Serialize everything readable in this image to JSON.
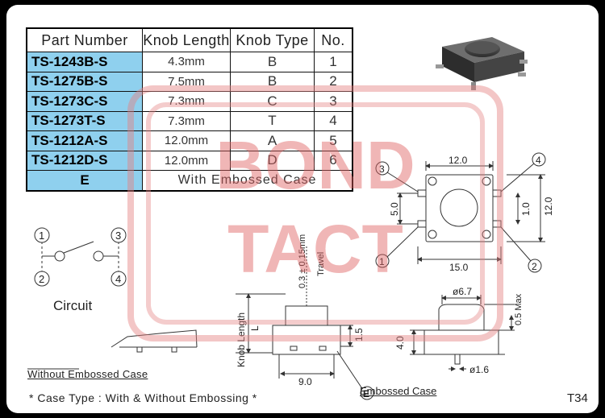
{
  "table": {
    "headers": [
      "Part Number",
      "Knob Length",
      "Knob Type",
      "No."
    ],
    "rows": [
      {
        "part": "TS-1243B-S",
        "length": "4.3mm",
        "type": "B",
        "no": "1"
      },
      {
        "part": "TS-1275B-S",
        "length": "7.5mm",
        "type": "B",
        "no": "2"
      },
      {
        "part": "TS-1273C-S",
        "length": "7.3mm",
        "type": "C",
        "no": "3"
      },
      {
        "part": "TS-1273T-S",
        "length": "7.3mm",
        "type": "T",
        "no": "4"
      },
      {
        "part": "TS-1212A-S",
        "length": "12.0mm",
        "type": "A",
        "no": "5"
      },
      {
        "part": "TS-1212D-S",
        "length": "12.0mm",
        "type": "D",
        "no": "6"
      }
    ],
    "embossed_row": {
      "code": "E",
      "text": "With Embossed Case"
    }
  },
  "circuit": {
    "label": "Circuit",
    "pins": [
      "1",
      "2",
      "3",
      "4"
    ]
  },
  "top_view": {
    "dim_width": "12.0",
    "dim_length": "15.0",
    "dim_side": "12.0",
    "dim_pin_span": "5.0",
    "dim_pin_pitch": "1.0",
    "pins": [
      "1",
      "2",
      "3",
      "4"
    ]
  },
  "side_view": {
    "travel": "0.3 ± 0.15mm",
    "travel_label": "Travel",
    "knob_length_label": "Knob Length",
    "knob_l": "L",
    "dim_height": "1.5",
    "dim_base": "9.0"
  },
  "front_view": {
    "dim_knob_dia": "ø6.7",
    "dim_max": "0.5 Max",
    "dim_height": "4.0",
    "dim_pin_dia": "ø1.6"
  },
  "labels": {
    "without_embossed": "Without Embossed Case",
    "with_embossed_code": "E",
    "with_embossed": "Embossed Case",
    "footnote": "* Case Type : With & Without Embossing *",
    "page_code": "T34"
  },
  "watermark": {
    "line1": "BOND",
    "line2": "TACT"
  },
  "colors": {
    "part_cell": "#8fd0ee",
    "watermark": "#e06060",
    "frame": "#000000"
  }
}
